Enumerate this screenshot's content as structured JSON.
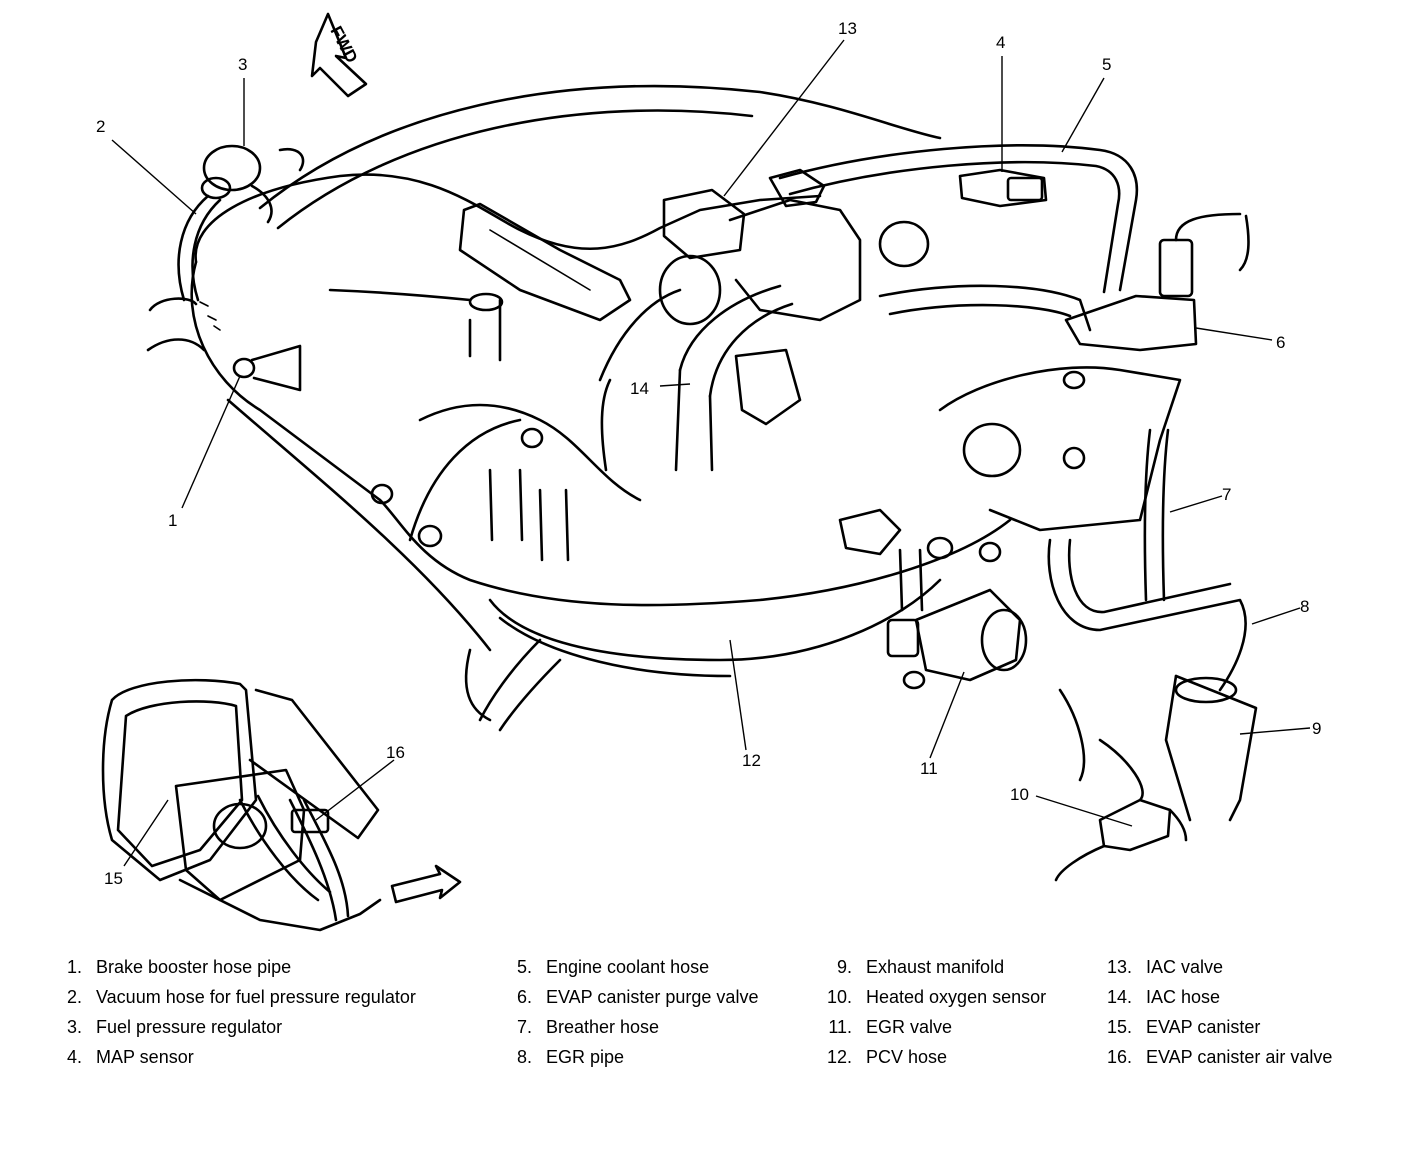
{
  "diagram": {
    "direction_label": "FWD",
    "callouts": [
      "1",
      "2",
      "3",
      "4",
      "5",
      "6",
      "7",
      "8",
      "9",
      "10",
      "11",
      "12",
      "13",
      "14",
      "15",
      "16"
    ]
  },
  "legend": {
    "columns": [
      [
        {
          "num": "1.",
          "label": "Brake booster hose pipe"
        },
        {
          "num": "2.",
          "label": "Vacuum hose for fuel pressure regulator"
        },
        {
          "num": "3.",
          "label": "Fuel pressure regulator"
        },
        {
          "num": "4.",
          "label": "MAP sensor"
        }
      ],
      [
        {
          "num": "5.",
          "label": "Engine coolant hose"
        },
        {
          "num": "6.",
          "label": "EVAP canister purge valve"
        },
        {
          "num": "7.",
          "label": "Breather hose"
        },
        {
          "num": "8.",
          "label": "EGR pipe"
        }
      ],
      [
        {
          "num": "9.",
          "label": "Exhaust manifold"
        },
        {
          "num": "10.",
          "label": "Heated oxygen sensor"
        },
        {
          "num": "11.",
          "label": "EGR valve"
        },
        {
          "num": "12.",
          "label": "PCV hose"
        }
      ],
      [
        {
          "num": "13.",
          "label": "IAC valve"
        },
        {
          "num": "14.",
          "label": "IAC hose"
        },
        {
          "num": "15.",
          "label": "EVAP canister"
        },
        {
          "num": "16.",
          "label": "EVAP canister air valve"
        }
      ]
    ]
  }
}
